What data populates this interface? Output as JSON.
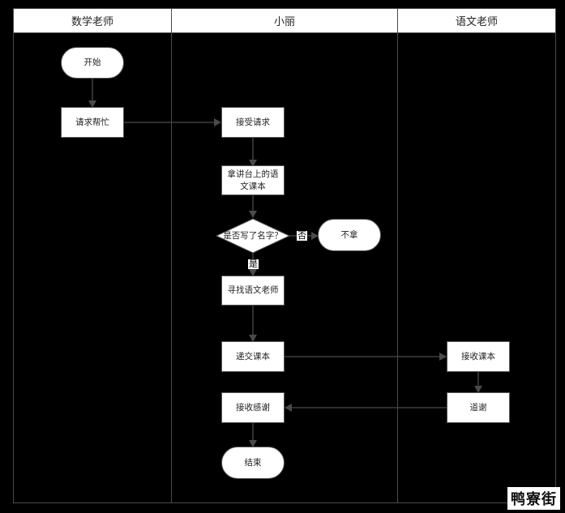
{
  "lanes": [
    "数学老师",
    "小丽",
    "语文老师"
  ],
  "nodes": {
    "start": "开始",
    "request_help": "请求帮忙",
    "accept_request": "接受请求",
    "take_book": "拿讲台上的语文课本",
    "decision": "是否写了名字？",
    "not_take": "不拿",
    "find_teacher": "寻找语文老师",
    "submit_book": "递交课本",
    "receive_book": "接收课本",
    "thank": "道谢",
    "receive_thanks": "接收感谢",
    "end": "结束"
  },
  "edge_labels": {
    "no": "否",
    "yes": "是"
  },
  "watermark": "鸭寮街",
  "colors": {
    "background": "#000000",
    "node_fill": "#ffffff",
    "line": "#4a4a4a"
  }
}
